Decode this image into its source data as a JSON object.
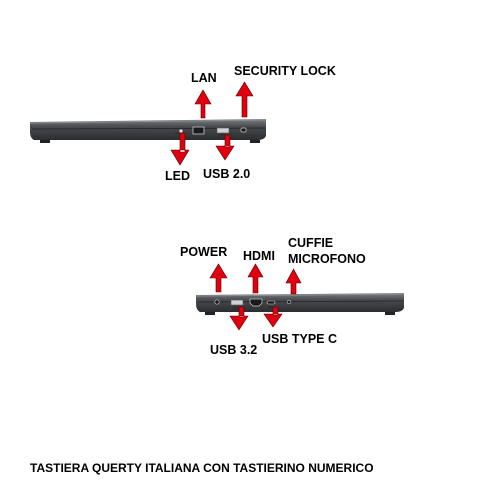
{
  "colors": {
    "arrow": "#e0000f",
    "arrow_outline": "#5a0000",
    "laptop_body": "#3a3d40",
    "laptop_edge": "#6c7074",
    "port": "#cfd3d6"
  },
  "left_side": {
    "labels": {
      "lan": "LAN",
      "security_lock": "SECURITY LOCK",
      "led": "LED",
      "usb2": "USB 2.0"
    }
  },
  "right_side": {
    "labels": {
      "power": "POWER",
      "hdmi": "HDMI",
      "cuffie": "CUFFIE",
      "microfono": "MICROFONO",
      "usb32": "USB 3.2",
      "usb_type_c": "USB TYPE C"
    }
  },
  "footer": {
    "text": "TASTIERA QUERTY ITALIANA CON TASTIERINO NUMERICO"
  }
}
